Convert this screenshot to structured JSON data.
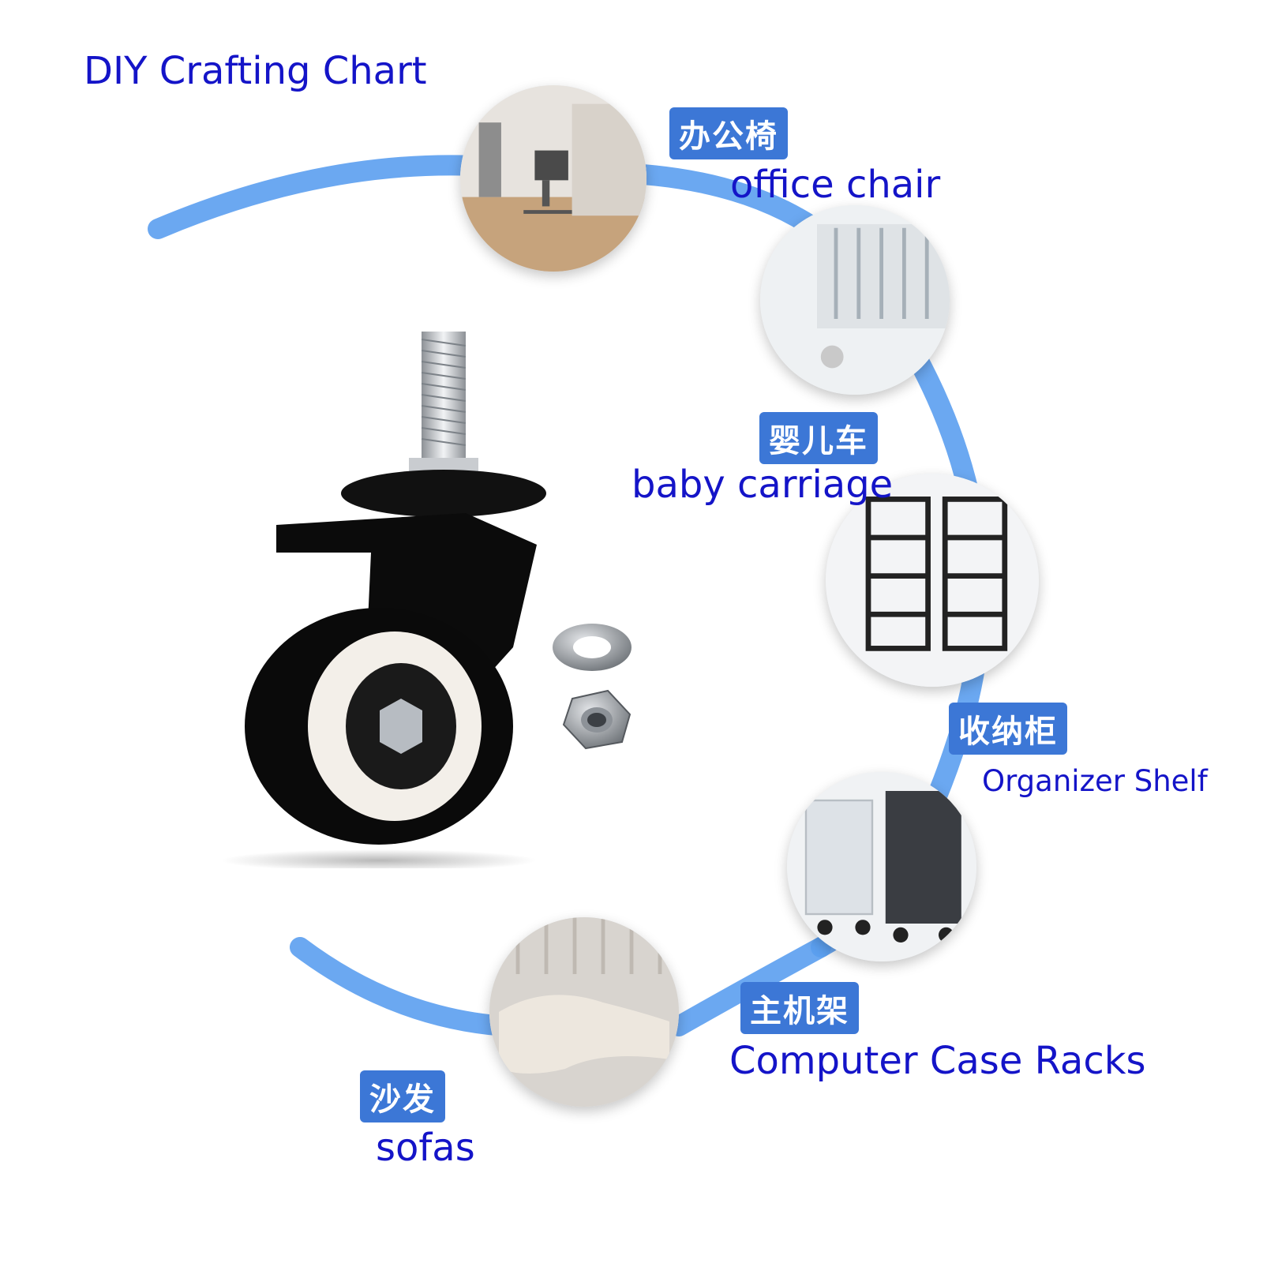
{
  "title": "DIY Crafting Chart",
  "colors": {
    "label_text": "#1414c8",
    "ring": "#5b9ef0",
    "tag_background": "#3c77d6",
    "tag_text": "#ffffff"
  },
  "caster_image": "black swivel caster wheel with threaded stem",
  "hardware_image": "flat washer and hex nut",
  "applications": [
    {
      "tag": "办公椅",
      "label": "office chair",
      "image": "office chair"
    },
    {
      "tag": "婴儿车",
      "label": "baby carriage",
      "image": "baby carriage"
    },
    {
      "tag": "收纳柜",
      "label": "Organizer Shelf",
      "image": "organizer shelf"
    },
    {
      "tag": "主机架",
      "label": "Computer Case Racks",
      "image": "computer case rack"
    },
    {
      "tag": "沙发",
      "label": "sofas",
      "image": "sofa"
    }
  ]
}
